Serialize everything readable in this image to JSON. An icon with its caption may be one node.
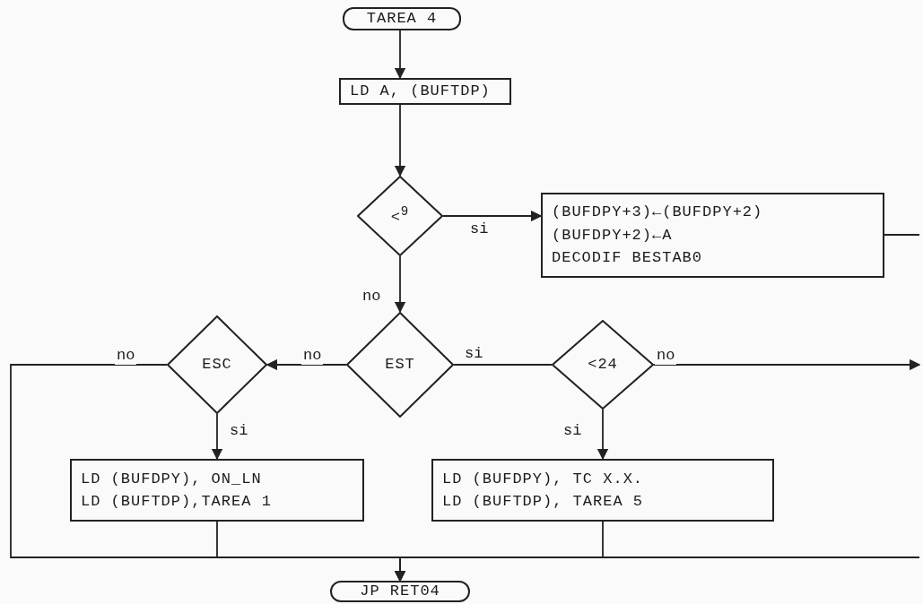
{
  "diagram": {
    "nodes": [
      {
        "text": [
          "TAREA 4"
        ]
      },
      {
        "text": [
          "LD A, (BUFTDP)"
        ]
      },
      {
        "text": [
          "<$^{9}$"
        ]
      },
      {
        "text": [
          "(BUFDPY+3)←(BUFDPY+2)",
          "(BUFDPY+2)←A",
          "DECODIF BESTAB0"
        ]
      },
      {
        "text": [
          "EST"
        ]
      },
      {
        "text": [
          "ESC"
        ]
      },
      {
        "text": [
          "<24"
        ]
      },
      {
        "text": [
          "LD (BUFDPY), ON_LN",
          "LD (BUFTDP),TAREA 1"
        ]
      },
      {
        "text": [
          "LD (BUFDPY), TC X.X.",
          "LD (BUFTDP), TAREA 5"
        ]
      },
      {
        "text": [
          "JP RET04"
        ]
      }
    ],
    "edges": [
      {
        "from": 0,
        "to": 1,
        "arrow": "to"
      },
      {
        "from": 1,
        "to": 2,
        "arrow": "to"
      },
      {
        "from": 2,
        "to": 3,
        "arrow": "to",
        "label": "si"
      },
      {
        "from": 2,
        "to": 4,
        "arrow": "to",
        "label": "no"
      },
      {
        "from": 4,
        "to": 5,
        "arrow": "to",
        "label": "no"
      },
      {
        "from": 4,
        "to": 6,
        "arrow": "none",
        "label": "si"
      },
      {
        "from": 5,
        "to": 7,
        "arrow": "to",
        "label": "si"
      },
      {
        "from": 6,
        "to": 8,
        "arrow": "to",
        "label": "si"
      },
      {
        "from": 5,
        "to": 9,
        "arrow": "to",
        "label": "no"
      },
      {
        "from": 7,
        "to": 9,
        "arrow": "to"
      },
      {
        "from": 8,
        "to": 9,
        "arrow": "to"
      },
      {
        "from": 6,
        "to": null,
        "arrow": "to",
        "label": "no"
      },
      {
        "from": 3,
        "to": null,
        "arrow": "none"
      },
      {
        "from": null,
        "to": 9,
        "arrow": "to"
      }
    ]
  }
}
